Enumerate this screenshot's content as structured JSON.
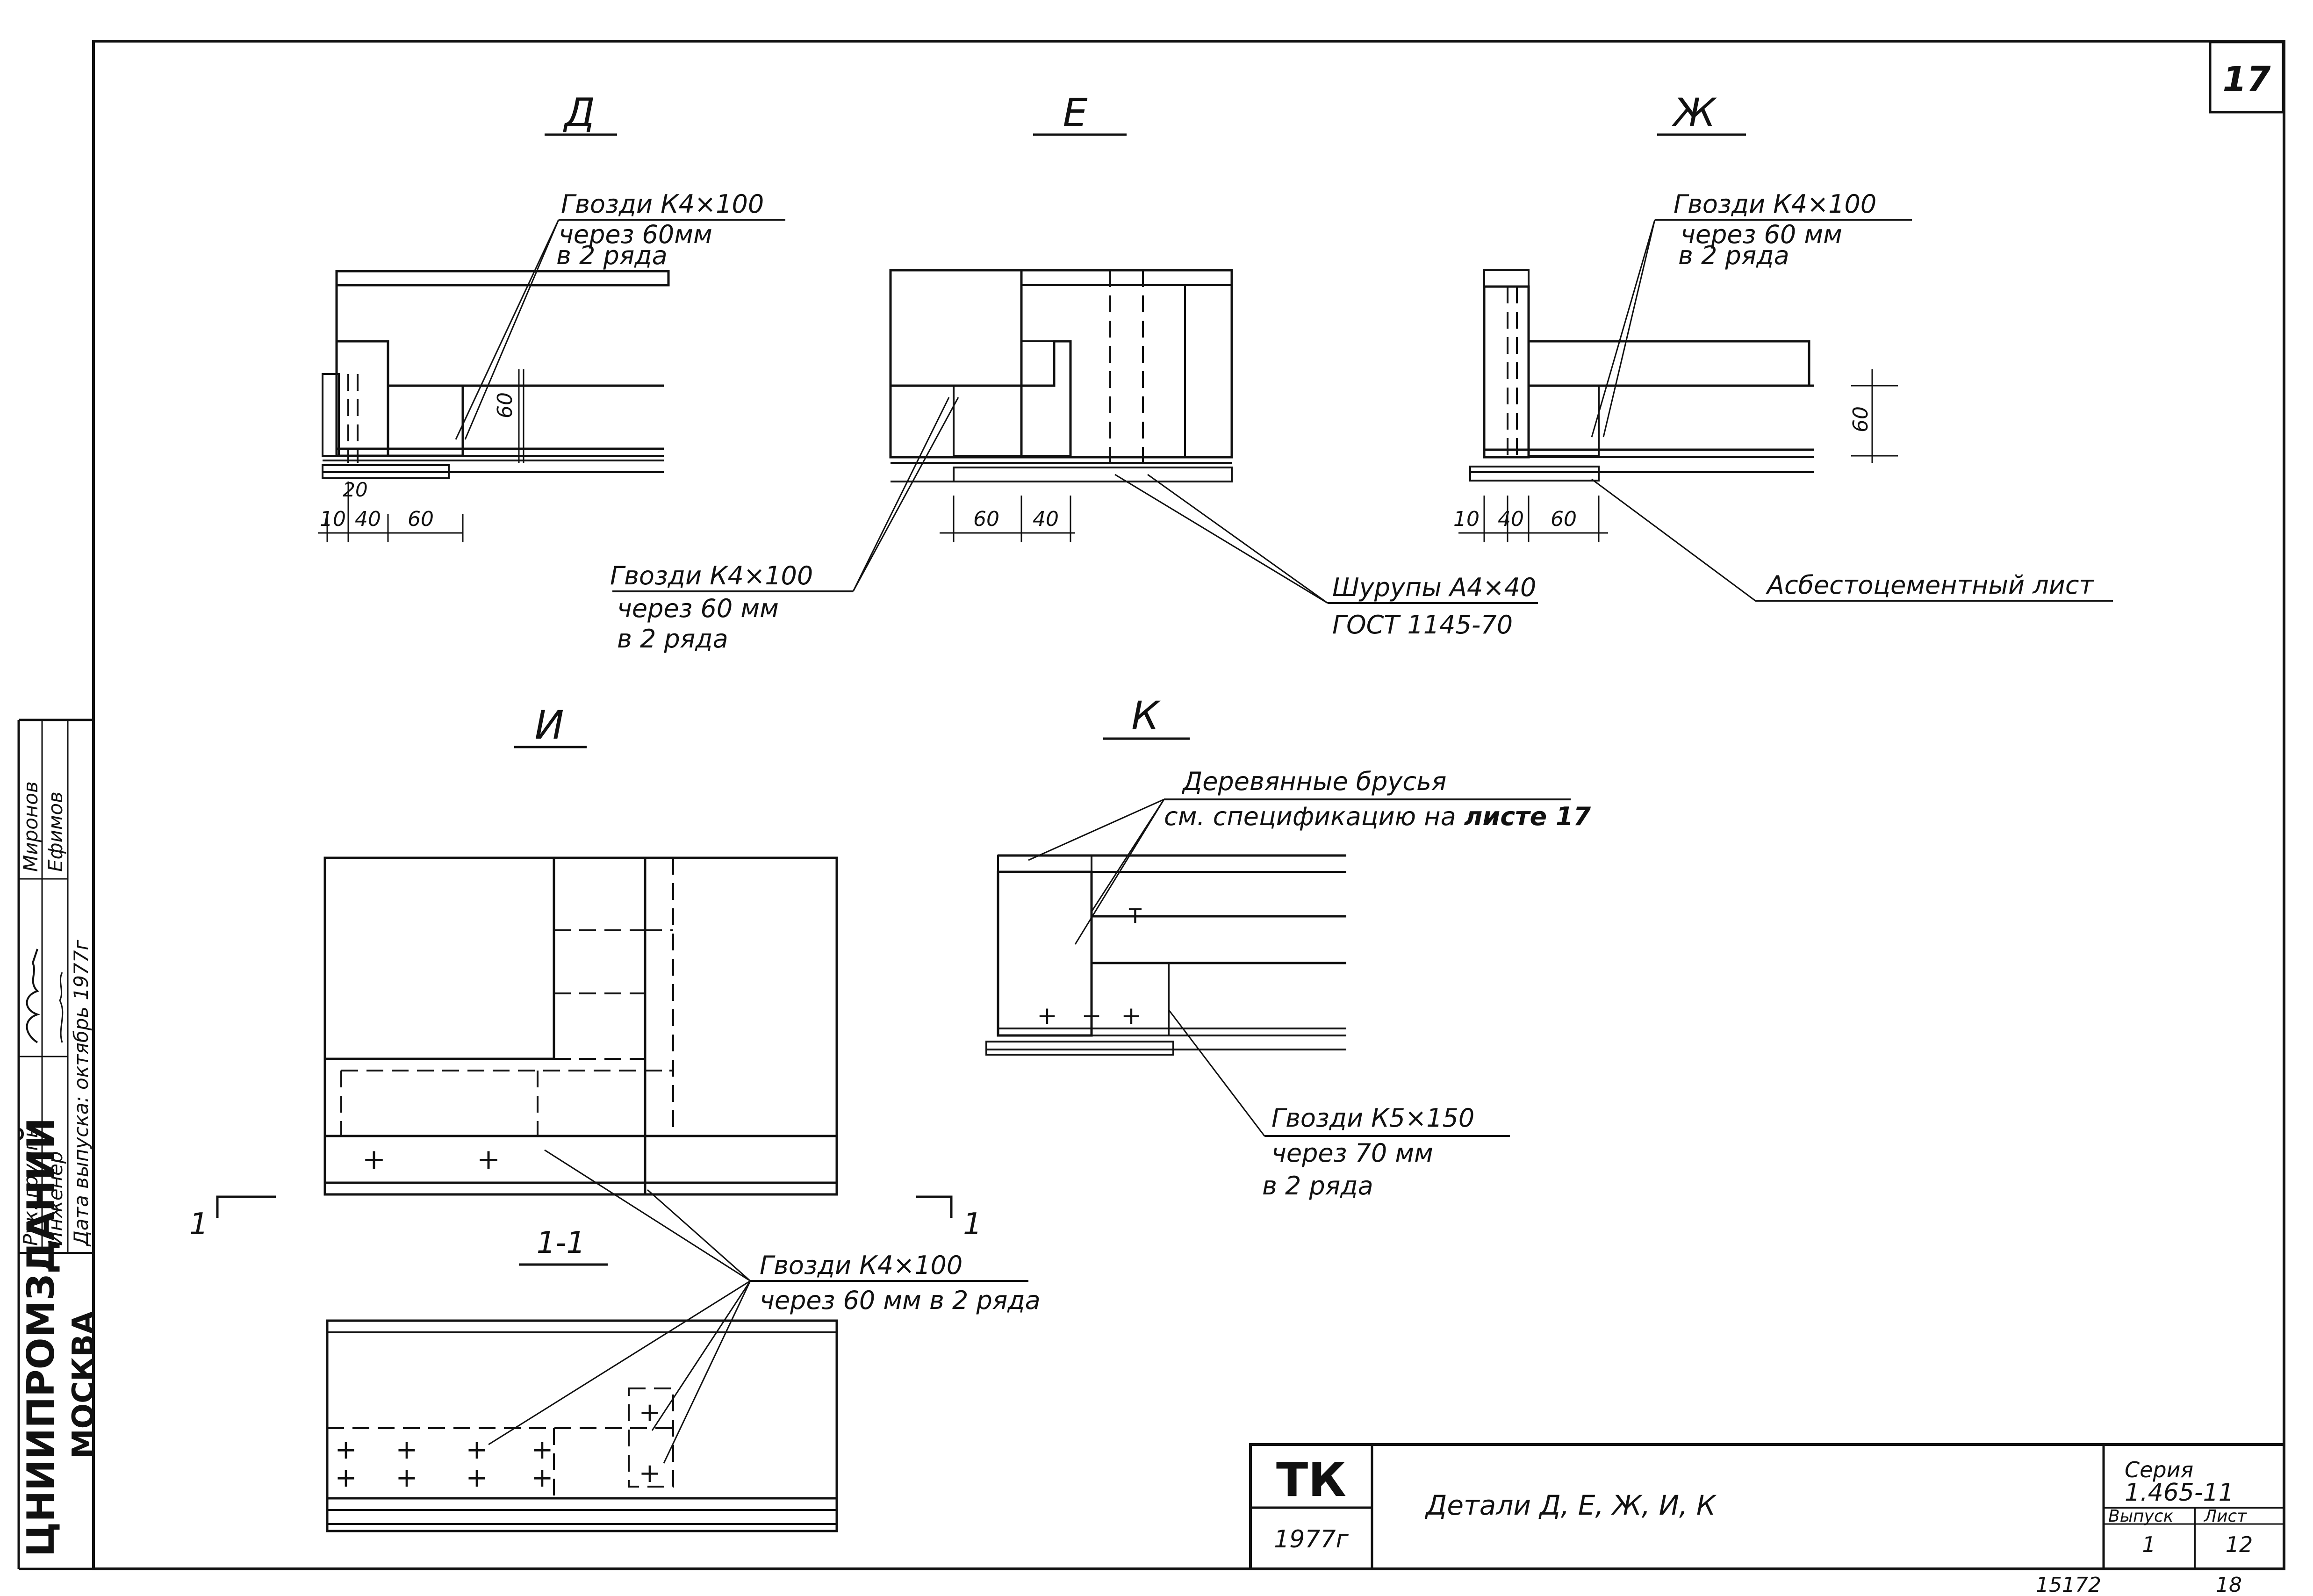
{
  "sheet": {
    "page_number": "17",
    "footer_left": "15172",
    "footer_right": "18"
  },
  "details": {
    "d": {
      "title": "Д",
      "note1": "Гвозди К4×100",
      "note2": "через 60мм",
      "note3": "в 2 ряда",
      "dim_20": "20",
      "dim_10": "10",
      "dim_40": "40",
      "dim_60": "60",
      "dim_v60": "60"
    },
    "e": {
      "title": "Е",
      "nails1": "Гвозди К4×100",
      "nails2": "через 60 мм",
      "nails3": "в 2 ряда",
      "screws1": "Шурупы А4×40",
      "screws2": "ГОСТ 1145-70",
      "dim_60": "60",
      "dim_40": "40"
    },
    "zh": {
      "title": "Ж",
      "note1": "Гвозди К4×100",
      "note2": "через 60 мм",
      "note3": "в 2 ряда",
      "asbestos": "Асбестоцементный лист",
      "dim_10": "10",
      "dim_40": "40",
      "dim_60": "60",
      "dim_v60": "60"
    },
    "i": {
      "title": "И",
      "section_title": "1-1",
      "cut_left": "1",
      "cut_right": "1",
      "note1": "Гвозди К4×100",
      "note2": "через 60 мм в 2 ряда"
    },
    "k": {
      "title": "К",
      "beams1": "Деревянные брусья",
      "beams2_pre": "см. спецификацию на ",
      "beams2_bold": "листе 17",
      "nails1": "Гвозди К5×150",
      "nails2": "через 70 мм",
      "nails3": "в 2 ряда"
    }
  },
  "side_stamp": {
    "org_line1": "ЦНИИПРОМЗДАНИЙ",
    "org_line2": "МОСКВА",
    "role1": "Рук. группы",
    "role2": "Инженер",
    "role3": "Дата выпуска: октябрь 1977г",
    "name1": "Миронов",
    "name2": "Ефимов"
  },
  "title_block": {
    "code": "ТК",
    "year": "1977г",
    "description": "Детали Д, Е, Ж, И, К",
    "series_label": "Серия",
    "series_value": "1.465-11",
    "issue_label": "Выпуск",
    "issue_value": "1",
    "sheet_label": "Лист",
    "sheet_value": "12"
  }
}
